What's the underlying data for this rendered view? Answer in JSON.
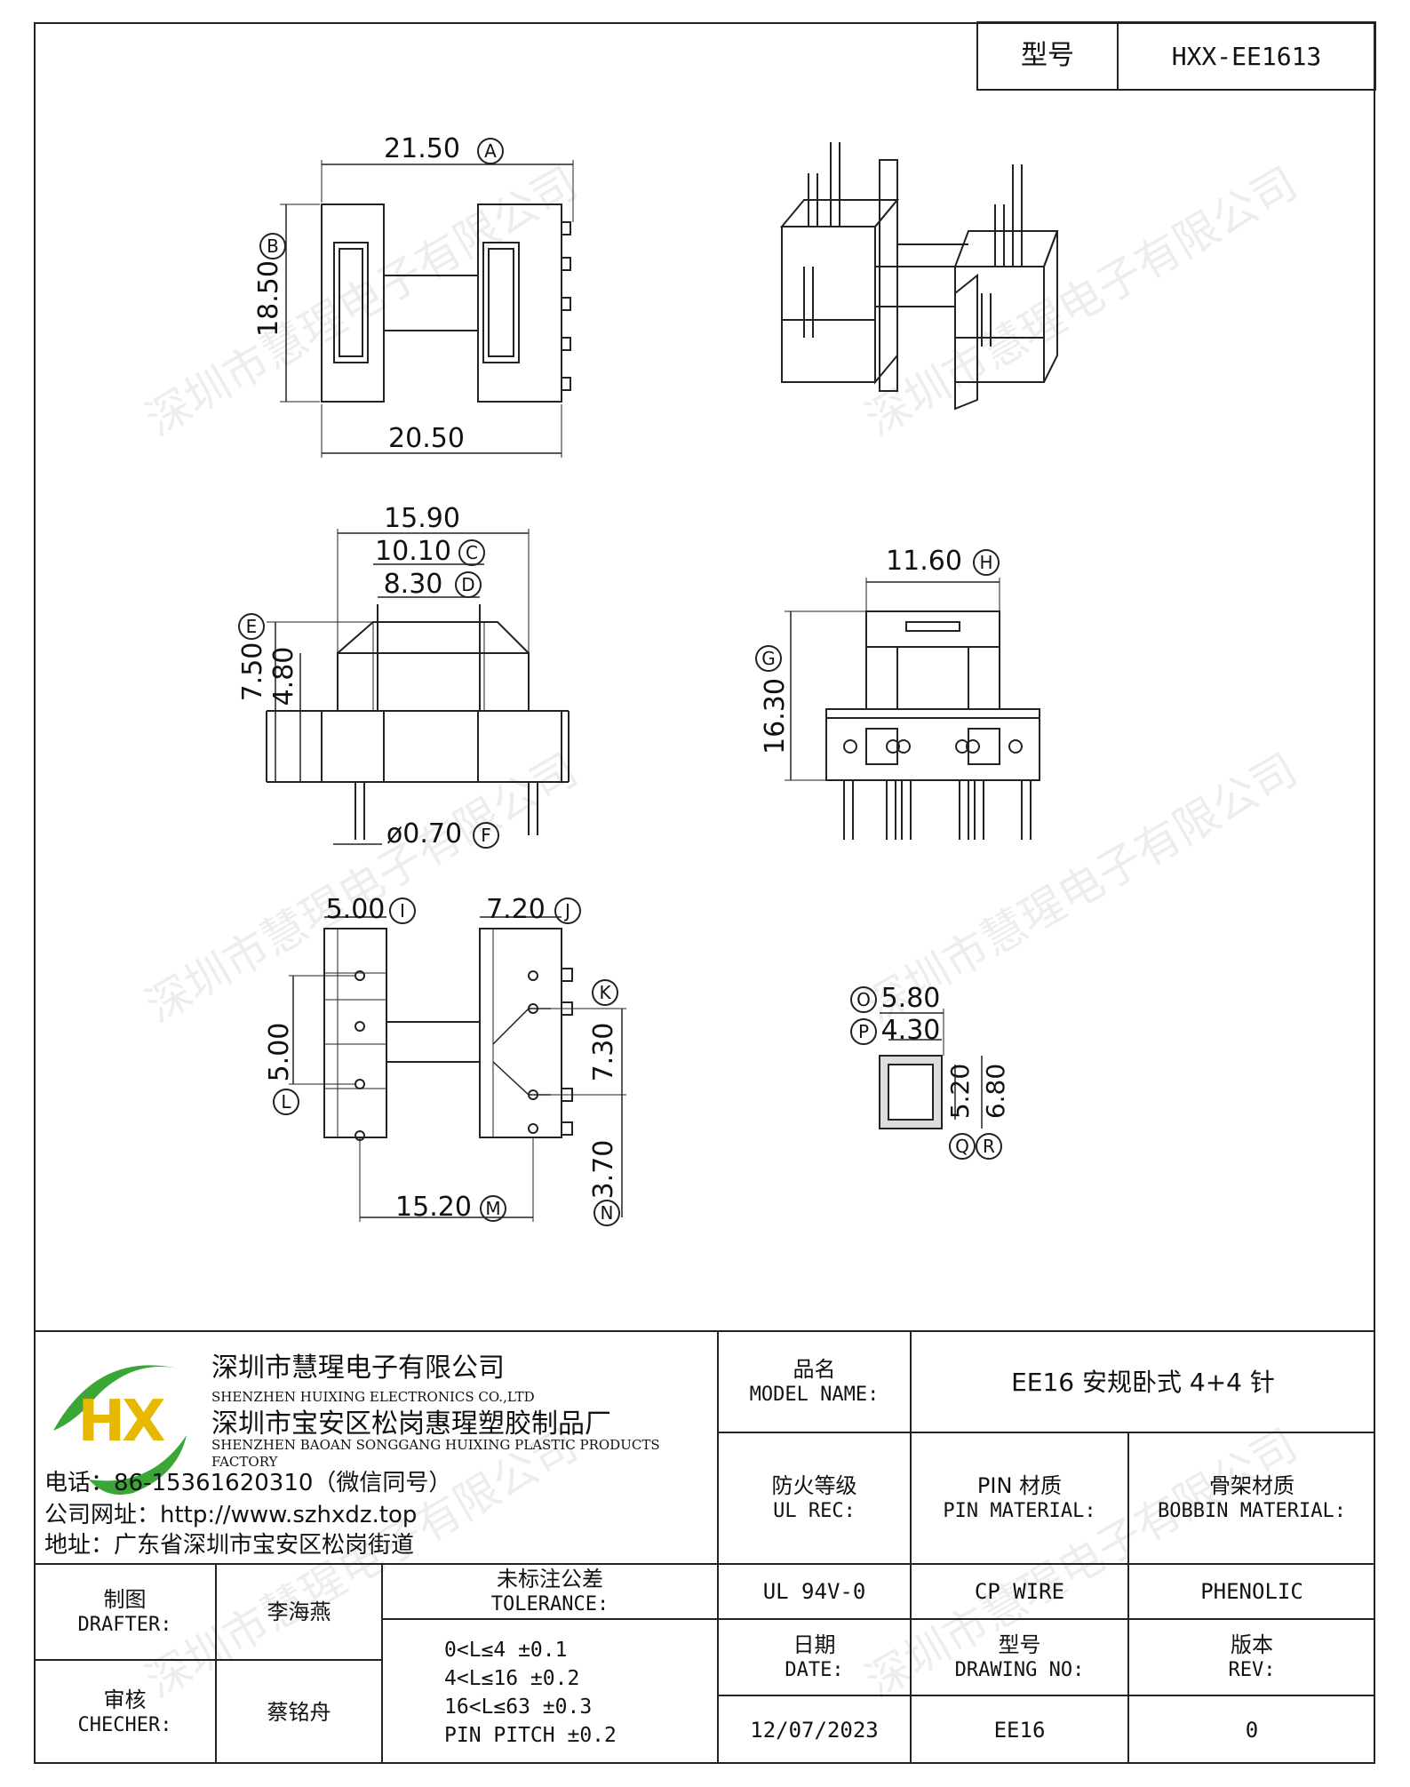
{
  "title_block_top": {
    "label": "型号",
    "value": "HXX-EE1613"
  },
  "dims": {
    "top_view": {
      "A": "21.50",
      "B": "18.50",
      "bottom": "20.50"
    },
    "front_view": {
      "w1": "15.90",
      "C": "10.10",
      "D": "8.30",
      "E": "7.50",
      "h2": "4.80",
      "F": "ø0.70"
    },
    "side_view": {
      "H": "11.60",
      "G": "16.30"
    },
    "bottom_view": {
      "I": "5.00",
      "J": "7.20",
      "L": "5.00",
      "K": "7.30",
      "N": "3.70",
      "M": "15.20"
    },
    "section": {
      "O": "5.80",
      "P": "4.30",
      "Q": "5.20",
      "R": "6.80"
    }
  },
  "circle_labels": [
    "A",
    "B",
    "C",
    "D",
    "E",
    "F",
    "G",
    "H",
    "I",
    "J",
    "K",
    "L",
    "M",
    "N",
    "O",
    "P",
    "Q",
    "R"
  ],
  "watermark": "深圳市慧瑆电子有限公司",
  "company": {
    "logo_letters": "HX",
    "name_cn": "深圳市慧瑆电子有限公司",
    "name_en": "SHENZHEN HUIXING ELECTRONICS CO.,LTD",
    "factory_cn": "深圳市宝安区松岗惠瑆塑胶制品厂",
    "factory_en": "SHENZHEN BAOAN SONGGANG HUIXING PLASTIC PRODUCTS FACTORY",
    "phone": "电话：86-15361620310（微信同号）",
    "website": "公司网址：http://www.szhxdz.top",
    "address": "地址：广东省深圳市宝安区松岗街道"
  },
  "title_block": {
    "model_name_label_cn": "品名",
    "model_name_label_en": "MODEL NAME:",
    "model_name_value": "EE16 安规卧式 4+4 针",
    "ul_label_cn": "防火等级",
    "ul_label_en": "UL REC:",
    "pin_label_cn": "PIN 材质",
    "pin_label_en": "PIN MATERIAL:",
    "bobbin_label_cn": "骨架材质",
    "bobbin_label_en": "BOBBIN MATERIAL:",
    "ul_value": "UL 94V-0",
    "pin_value": "CP WIRE",
    "bobbin_value": "PHENOLIC",
    "drafter_label_cn": "制图",
    "drafter_label_en": "DRAFTER:",
    "drafter_name": "李海燕",
    "checker_label_cn": "审核",
    "checker_label_en": "CHECHER:",
    "checker_name": "蔡铭舟",
    "tolerance_label_cn": "未标注公差",
    "tolerance_label_en": "TOLERANCE:",
    "tolerance_rows": [
      "0<L≤4  ±0.1",
      "4<L≤16  ±0.2",
      "16<L≤63  ±0.3",
      "PIN PITCH  ±0.2"
    ],
    "date_label_cn": "日期",
    "date_label_en": "DATE:",
    "date_value": "12/07/2023",
    "drawing_label_cn": "型号",
    "drawing_label_en": "DRAWING NO:",
    "drawing_value": "EE16",
    "rev_label_cn": "版本",
    "rev_label_en": "REV:",
    "rev_value": "0"
  }
}
